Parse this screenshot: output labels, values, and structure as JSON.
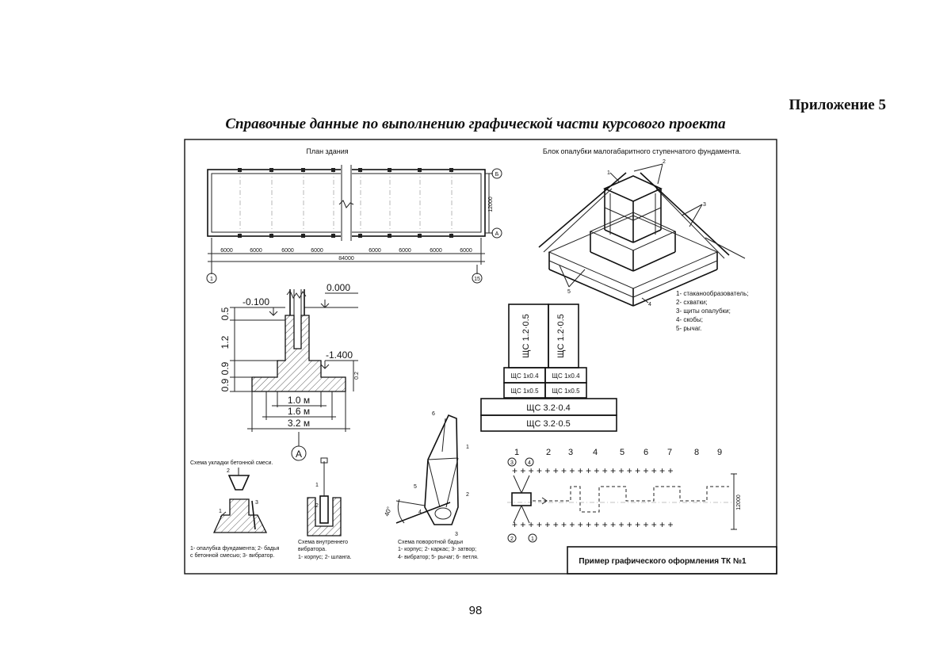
{
  "page": {
    "appendix_label": "Приложение 5",
    "subtitle": "Справочные данные по выполнению графической части курсового проекта",
    "page_number": "98"
  },
  "plan": {
    "title": "План здания",
    "spans": [
      "6000",
      "6000",
      "6000",
      "6000",
      "6000",
      "6000",
      "6000",
      "6000"
    ],
    "total": "84000",
    "width_dim": "12000",
    "axis_start": "1",
    "axis_end": "15",
    "axis_b": "Б",
    "axis_a": "А"
  },
  "formwork": {
    "title": "Блок опалубки малогабаритного ступенчатого фундамента.",
    "callouts": [
      "1",
      "2",
      "3",
      "4",
      "5"
    ],
    "legend": [
      "1- стаканообразователь;",
      "2- схватки;",
      "3- щиты опалубки;",
      "4- скобы;",
      "5- рычаг."
    ]
  },
  "section": {
    "level_top": "0.000",
    "level_a": "-0.100",
    "level_b": "-1.400",
    "heights": [
      "0.5",
      "1.2",
      "0.9",
      "0.9"
    ],
    "small_dim": "0.2",
    "width1": "1.0 м",
    "width2": "1.6 м",
    "width3": "3.2 м",
    "axis": "А"
  },
  "shields": {
    "top_left": "ЩС 1.2·0.5",
    "top_right": "ЩС 1.2·0.5",
    "row1_left": "ЩС 1х0.4",
    "row1_right": "ЩС 1х0.4",
    "row2_left": "ЩС 1х0.5",
    "row2_right": "ЩС 1х0.5",
    "wide1": "ЩС 3.2·0.4",
    "wide2": "ЩС 3.2·0.5"
  },
  "concrete": {
    "title": "Схема укладки бетонной смеси.",
    "labels": [
      "1",
      "2",
      "3"
    ],
    "caption_line1": "1- опалубка фундамента; 2- бадья",
    "caption_line2": "с бетонной смесью; 3- вибратор."
  },
  "vibrator": {
    "labels": [
      "1",
      "2"
    ],
    "caption_line1": "Схема внутреннего",
    "caption_line2": "вибратора.",
    "caption_line3": "1- корпус; 2- шланга."
  },
  "bucket": {
    "labels": [
      "1",
      "2",
      "3",
      "4",
      "5",
      "6"
    ],
    "angle": "40°",
    "caption_line1": "Схема поворотной бадьи",
    "caption_line2": "1- корпус; 2- каркас; 3- затвор;",
    "caption_line3": "4- вибратор; 5- рычаг; 6- петля."
  },
  "crane_scheme": {
    "axes": [
      "1",
      "2",
      "3",
      "4",
      "5",
      "6",
      "7",
      "8",
      "9"
    ],
    "circles": [
      "3",
      "4",
      "2",
      "1"
    ],
    "dim": "12000"
  },
  "stamp": {
    "text": "Пример графического оформления ТК №1"
  }
}
